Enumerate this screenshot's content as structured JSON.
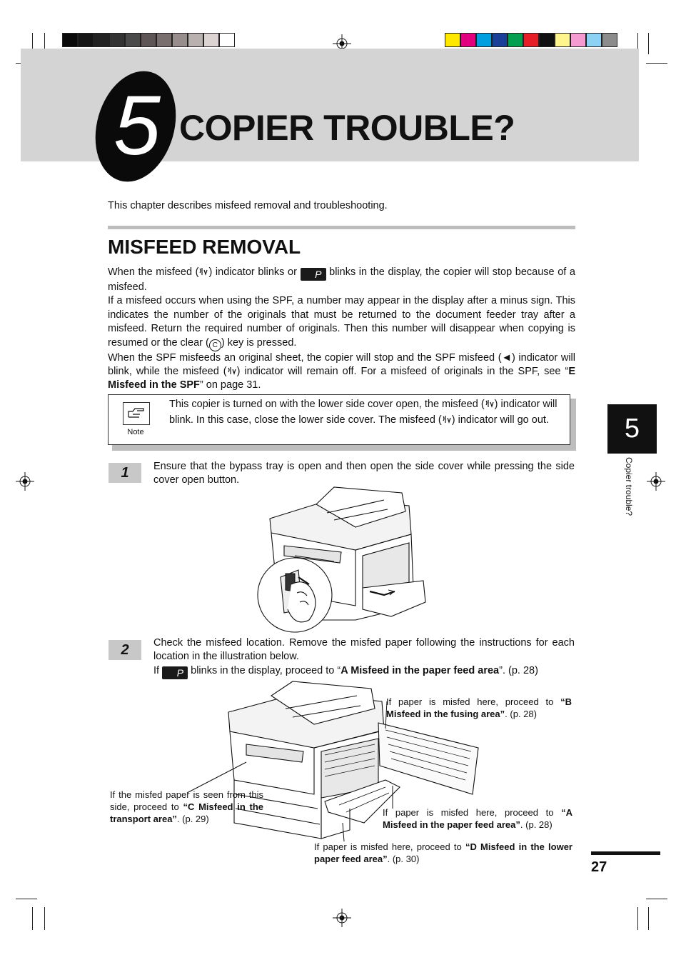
{
  "chapter": {
    "number": "5",
    "title": "COPIER TROUBLE?"
  },
  "intro": "This chapter describes misfeed removal and troubleshooting.",
  "section_title": "MISFEED REMOVAL",
  "body": {
    "p1_a": "When the misfeed (",
    "p1_b": ") indicator blinks or",
    "p1_c": "blinks in the display, the copier will stop because of a misfeed.",
    "p2": "If a misfeed occurs when using the SPF, a number may appear in the display after a minus sign. This indicates the number of the originals that must be returned to the document feeder tray after a misfeed. Return the required number of originals. Then this number will disappear when copying is resumed or the clear (",
    "p2_b": ") key is pressed.",
    "p3_a": "When the SPF misfeeds an original sheet, the copier will stop and the SPF misfeed (◄) indicator will blink, while the misfeed (",
    "p3_b": ") indicator will remain off. For a misfeed of originals in the SPF, see “",
    "p3_bold": "E Misfeed in the SPF",
    "p3_c": "” on page 31.",
    "display_char": "P",
    "clear_key_char": "C"
  },
  "note": {
    "label": "Note",
    "text_a": "This copier is turned on with the lower side cover open, the misfeed (",
    "text_b": ") indicator will blink. In this case, close the lower side cover. The misfeed (",
    "text_c": ") indicator will go out."
  },
  "steps": [
    {
      "number": "1",
      "text": "Ensure that the bypass tray is open and then open the side cover while pressing the side cover open button."
    },
    {
      "number": "2",
      "text": "Check the misfeed location. Remove the misfed paper following the instructions for each location in the illustration below.",
      "if_a": "If",
      "if_b": "blinks in the display, proceed to “",
      "if_bold": "A  Misfeed in the paper feed area",
      "if_c": "”. (p. 28)"
    }
  ],
  "callouts": {
    "b": {
      "pre": "If paper is misfed here, proceed to ",
      "bold": "“B Misfeed in the fusing area”",
      "post": ". (p. 28)"
    },
    "c": {
      "pre": "If the misfed paper is seen from this side, proceed to ",
      "bold": "“C Misfeed in the transport area”",
      "post": ". (p. 29)"
    },
    "a": {
      "pre": "If paper is misfed here, proceed to ",
      "bold": "“A Misfeed in the paper feed area”",
      "post": ". (p. 28)"
    },
    "d": {
      "pre": "If paper is misfed here, proceed to ",
      "bold": "“D Misfeed in the lower paper feed area”",
      "post": ". (p. 30)"
    }
  },
  "side_tab": {
    "number": "5",
    "label": "Copier trouble?"
  },
  "page_number": "27",
  "print_swatches": {
    "gray": [
      "#0a0a0a",
      "#151515",
      "#222222",
      "#333333",
      "#4a4a4a",
      "#5e5656",
      "#7a6f6f",
      "#978d8d",
      "#b9b0b0",
      "#dcd3d3",
      "#ffffff"
    ],
    "color": [
      "#ffe800",
      "#e3007f",
      "#00a0e0",
      "#1a3f96",
      "#00a050",
      "#e61e28",
      "#111111",
      "#fff58c",
      "#f59bd2",
      "#8cd2f5",
      "#8c8c8c"
    ]
  }
}
